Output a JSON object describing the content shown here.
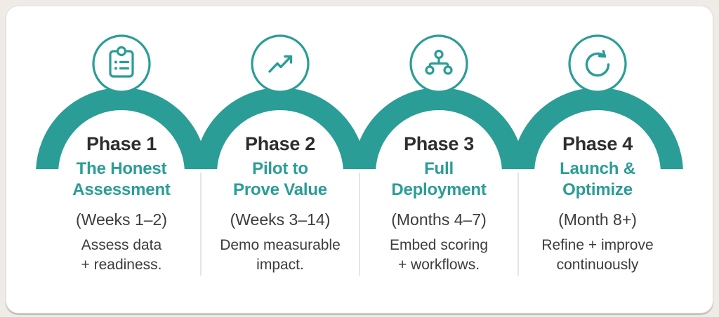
{
  "theme": {
    "teal": "#2a9d96",
    "heading": "#2e2e2e",
    "body": "#3c3c3c",
    "background": "#efece8",
    "card": "#ffffff",
    "divider": "#e8e5e2"
  },
  "phases": [
    {
      "icon": "clipboard-checklist-icon",
      "title": "Phase 1",
      "subtitle_lines": [
        "The Honest",
        "Assessment"
      ],
      "timeframe": "(Weeks 1–2)",
      "description_lines": [
        "Assess data",
        "+ readiness."
      ]
    },
    {
      "icon": "trend-up-icon",
      "title": "Phase 2",
      "subtitle_lines": [
        "Pilot to",
        "Prove Value"
      ],
      "timeframe": "(Weeks 3–14)",
      "description_lines": [
        "Demo measurable",
        "impact."
      ]
    },
    {
      "icon": "hierarchy-icon",
      "title": "Phase 3",
      "subtitle_lines": [
        "Full",
        "Deployment"
      ],
      "timeframe": "(Months 4–7)",
      "description_lines": [
        "Embed scoring",
        "+ workflows."
      ]
    },
    {
      "icon": "rotate-cw-icon",
      "title": "Phase 4",
      "subtitle_lines": [
        "Launch &",
        "Optimize"
      ],
      "timeframe": "(Month 8+)",
      "description_lines": [
        "Refine + improve",
        "continuously"
      ]
    }
  ]
}
